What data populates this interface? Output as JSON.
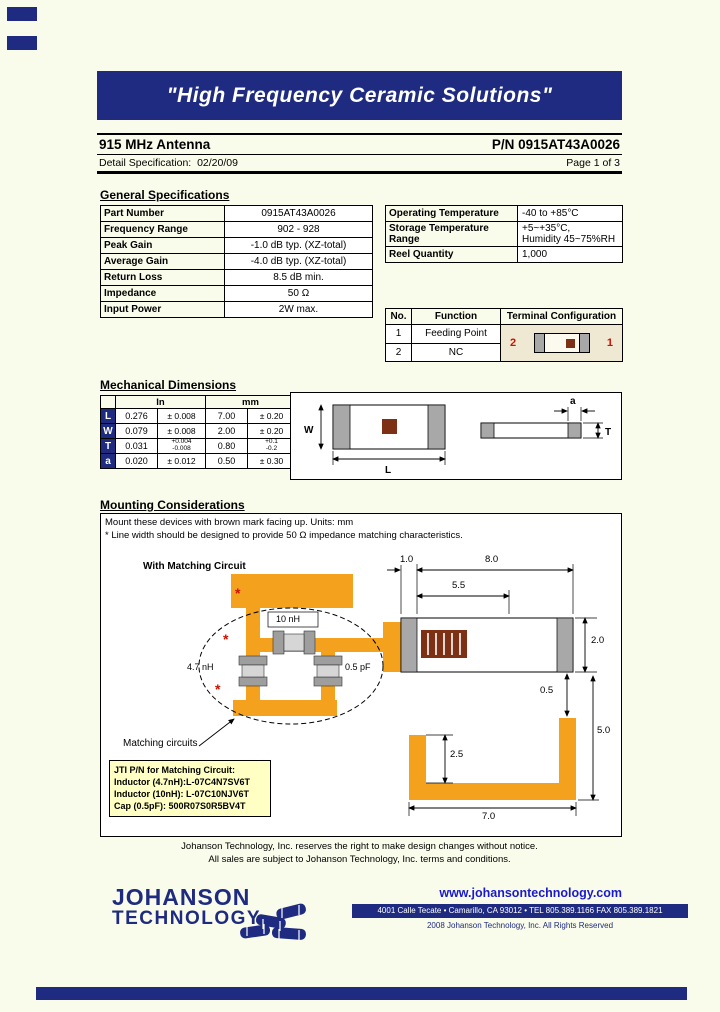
{
  "colors": {
    "navy": "#1e2b80",
    "trace_orange": "#f4a11d",
    "mark_brown": "#7e3014",
    "terminal_red": "#cc1100",
    "link_blue": "#1a1acc",
    "note_yellow": "#ffffc4"
  },
  "banner": {
    "title": "\"High Frequency Ceramic Solutions\""
  },
  "title_bar": {
    "product": "915 MHz Antenna",
    "part_number": "P/N 0915AT43A0026",
    "detail_spec_label": "Detail Specification:",
    "detail_spec_date": "02/20/09",
    "page": "Page 1 of 3"
  },
  "general_specs": {
    "heading": "General Specifications",
    "rows": [
      {
        "label": "Part Number",
        "value": "0915AT43A0026"
      },
      {
        "label": "Frequency Range",
        "value": "902 - 928"
      },
      {
        "label": "Peak Gain",
        "value": "-1.0 dB typ. (XZ-total)"
      },
      {
        "label": "Average Gain",
        "value": "-4.0 dB typ. (XZ-total)"
      },
      {
        "label": "Return Loss",
        "value": "8.5 dB min."
      },
      {
        "label": "Impedance",
        "value": "50 Ω"
      },
      {
        "label": "Input Power",
        "value": "2W max."
      }
    ]
  },
  "environment": {
    "rows": [
      {
        "label": "Operating Temperature",
        "value": "-40 to +85°C"
      },
      {
        "label": "Storage Temperature Range",
        "value": "+5~+35°C,",
        "value2": "Humidity 45~75%RH"
      },
      {
        "label": "Reel Quantity",
        "value": "1,000"
      }
    ]
  },
  "terminal": {
    "headers": {
      "no": "No.",
      "function": "Function",
      "config": "Terminal Configuration"
    },
    "rows": [
      {
        "no": "1",
        "function": "Feeding Point"
      },
      {
        "no": "2",
        "function": "NC"
      }
    ],
    "diagram": {
      "left_terminal": "2",
      "right_terminal": "1"
    }
  },
  "mechanical": {
    "heading": "Mechanical Dimensions",
    "units": {
      "in": "In",
      "mm": "mm"
    },
    "rows": [
      {
        "dim": "L",
        "in": "0.276",
        "in_tol": "± 0.008",
        "mm": "7.00",
        "mm_tol": "± 0.20"
      },
      {
        "dim": "W",
        "in": "0.079",
        "in_tol": "± 0.008",
        "mm": "2.00",
        "mm_tol": "± 0.20"
      },
      {
        "dim": "T",
        "in": "0.031",
        "in_tol_top": "+0.004",
        "in_tol_bot": "-0.008",
        "mm": "0.80",
        "mm_tol_top": "+0.1",
        "mm_tol_bot": "-0.2"
      },
      {
        "dim": "a",
        "in": "0.020",
        "in_tol": "± 0.012",
        "mm": "0.50",
        "mm_tol": "± 0.30"
      }
    ],
    "diagram": {
      "w": "W",
      "l": "L",
      "a": "a",
      "t": "T"
    }
  },
  "mounting": {
    "heading": "Mounting Considerations",
    "note1": "Mount these devices with brown mark facing up. Units: mm",
    "note2": "* Line width should be designed to provide 50 Ω impedance matching characteristics.",
    "with_matching_label": "With Matching Circuit",
    "matching_circuits_label": "Matching circuits",
    "asterisk": "*",
    "components": {
      "series_inductor": "10 nH",
      "shunt_inductor": "4.7 nH",
      "shunt_cap": "0.5 pF"
    },
    "dims": {
      "pad_width": "1.0",
      "element_length": "8.0",
      "clearance": "5.5",
      "element_width": "2.0",
      "gap": "0.5",
      "ground_height": "5.0",
      "stub_height": "2.5",
      "ground_width": "7.0"
    },
    "jti": {
      "title": "JTI P/N for Matching Circuit:",
      "line1": "Inductor (4.7nH):L-07C4N7SV6T",
      "line2": "Inductor (10nH): L-07C10NJV6T",
      "line3": "Cap (0.5pF): 500R07S0R5BV4T"
    }
  },
  "legal": {
    "line1": "Johanson Technology, Inc. reserves the right to make design changes without notice.",
    "line2": "All sales are subject to Johanson Technology, Inc. terms and conditions."
  },
  "footer": {
    "logo_top": "JOHANSON",
    "logo_bottom": "TECHNOLOGY",
    "website": "www.johansontechnology.com",
    "address": "4001 Calle Tecate • Camarillo, CA 93012 • TEL 805.389.1166 FAX 805.389.1821",
    "copyright": "2008 Johanson Technology, Inc.  All Rights Reserved"
  }
}
